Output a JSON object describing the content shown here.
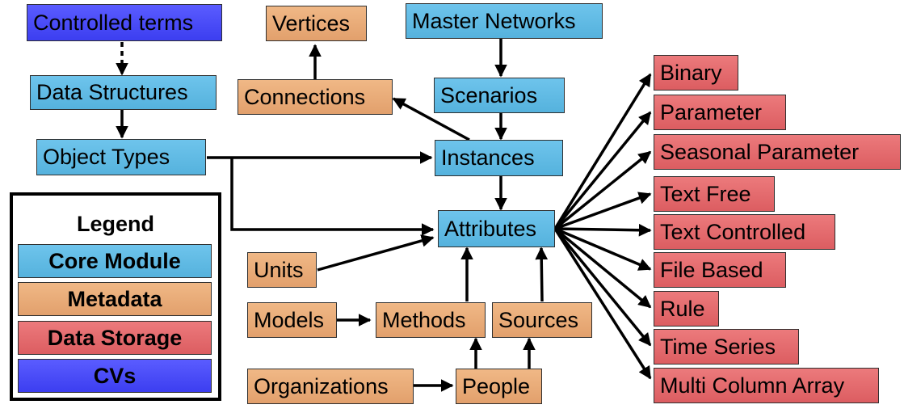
{
  "nodes": {
    "controlled_terms": "Controlled terms",
    "data_structures": "Data Structures",
    "object_types": "Object Types",
    "vertices": "Vertices",
    "connections": "Connections",
    "master_networks": "Master Networks",
    "scenarios": "Scenarios",
    "instances": "Instances",
    "attributes": "Attributes",
    "units": "Units",
    "models": "Models",
    "methods": "Methods",
    "sources": "Sources",
    "organizations": "Organizations",
    "people": "People",
    "binary": "Binary",
    "parameter": "Parameter",
    "seasonal_parameter": "Seasonal Parameter",
    "text_free": "Text Free",
    "text_controlled": "Text Controlled",
    "file_based": "File Based",
    "rule": "Rule",
    "time_series": "Time Series",
    "multi_column_array": "Multi Column Array"
  },
  "legend": {
    "title": "Legend",
    "items": [
      {
        "label": "Core Module",
        "category": "core"
      },
      {
        "label": "Metadata",
        "category": "meta"
      },
      {
        "label": "Data Storage",
        "category": "store"
      },
      {
        "label": "CVs",
        "category": "cv"
      }
    ]
  },
  "colors": {
    "core_module": "#5ab6e0",
    "metadata": "#e6a672",
    "data_storage": "#e06266",
    "cvs": "#4446f5",
    "arrow": "#000000"
  }
}
